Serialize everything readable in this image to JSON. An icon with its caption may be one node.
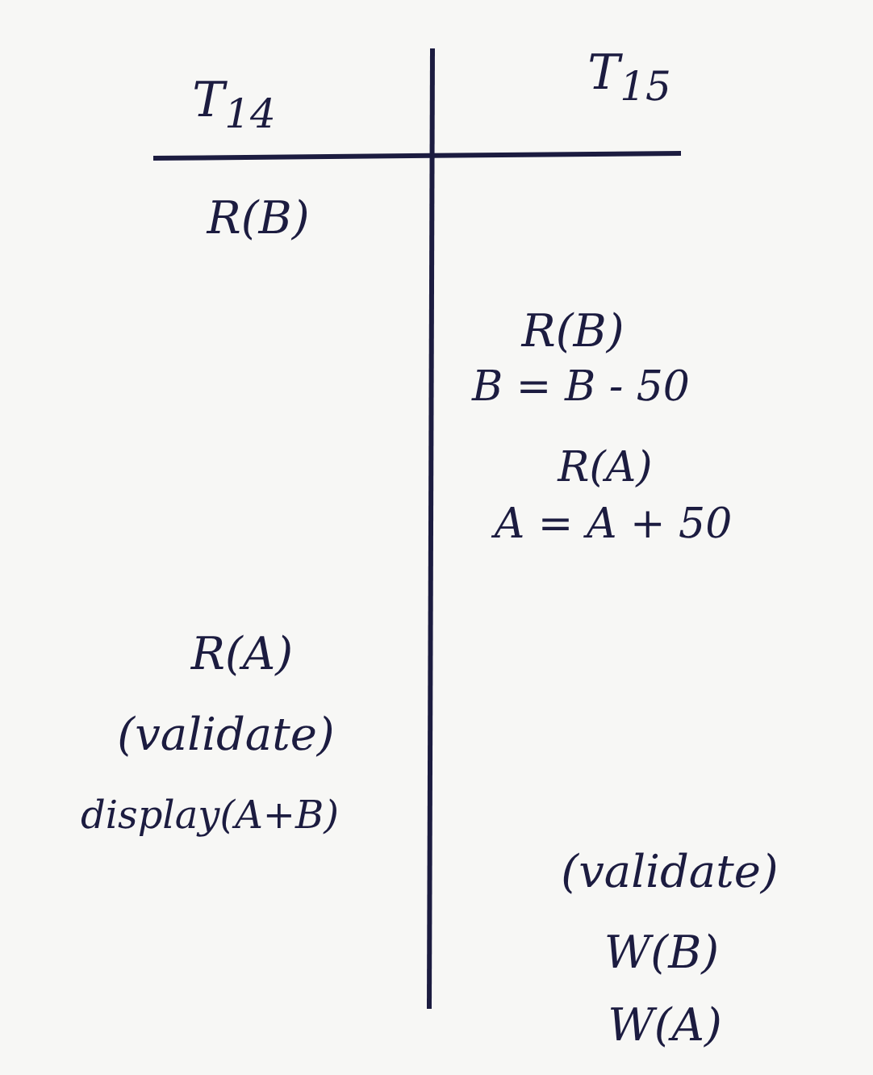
{
  "diagram": {
    "labels": [
      "T$_{14}$",
      "T$_{15}$",
      "R(B)",
      "R(B)",
      "B = B - 50",
      "R(A)",
      "A = A + 50",
      "R(A)",
      "(validate)",
      "display(A+B)",
      "(validate)",
      "W(B)",
      "W(A)"
    ]
  }
}
